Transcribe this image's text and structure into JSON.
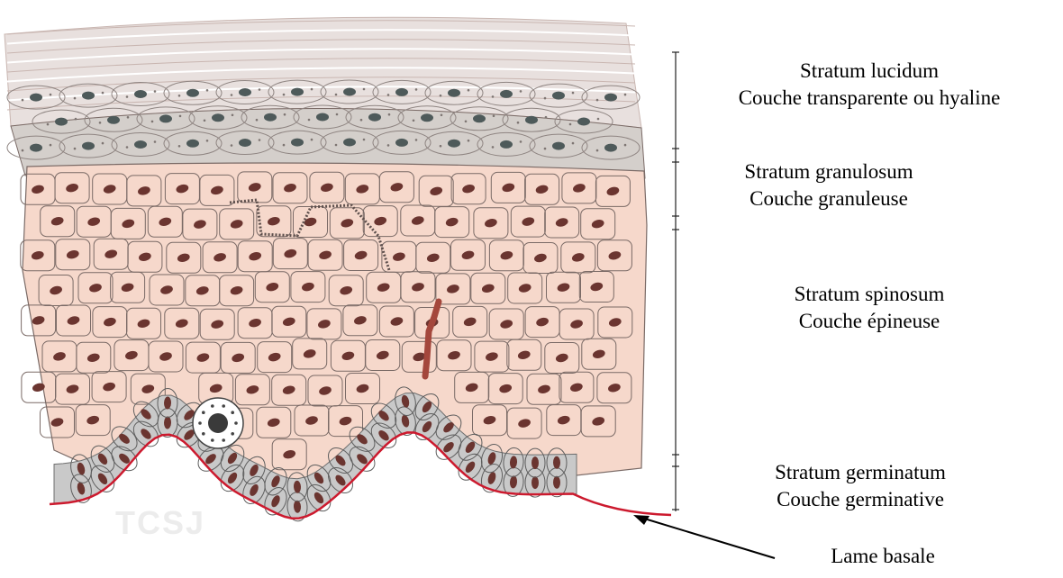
{
  "layers": [
    {
      "id": "lucidum",
      "latin": "Stratum lucidum",
      "french": "Couche transparente ou hyaline"
    },
    {
      "id": "granulosum",
      "latin": "Stratum granulosum",
      "french": "Couche granuleuse"
    },
    {
      "id": "spinosum",
      "latin": "Stratum spinosum",
      "french": "Couche épineuse"
    },
    {
      "id": "germinatum",
      "latin": "Stratum germinatum",
      "french": "Couche germinative"
    }
  ],
  "basal_membrane": {
    "label": "Lame basale"
  },
  "watermark": "TCSJ",
  "colors": {
    "corneum_fill": "#e8e0de",
    "corneum_line": "#c9b6b1",
    "granulosum_fill": "#d4cfcb",
    "granulosum_nucleus": "#4e5a5a",
    "spinosum_fill": "#f6d8cb",
    "spinosum_line": "#7a6a66",
    "spinosum_nucleus": "#6b3530",
    "basal_fill": "#c9c9c9",
    "basal_nucleus": "#6b3530",
    "membrane": "#cc1a2e",
    "scale_line": "#222222",
    "arrow": "#000000"
  }
}
